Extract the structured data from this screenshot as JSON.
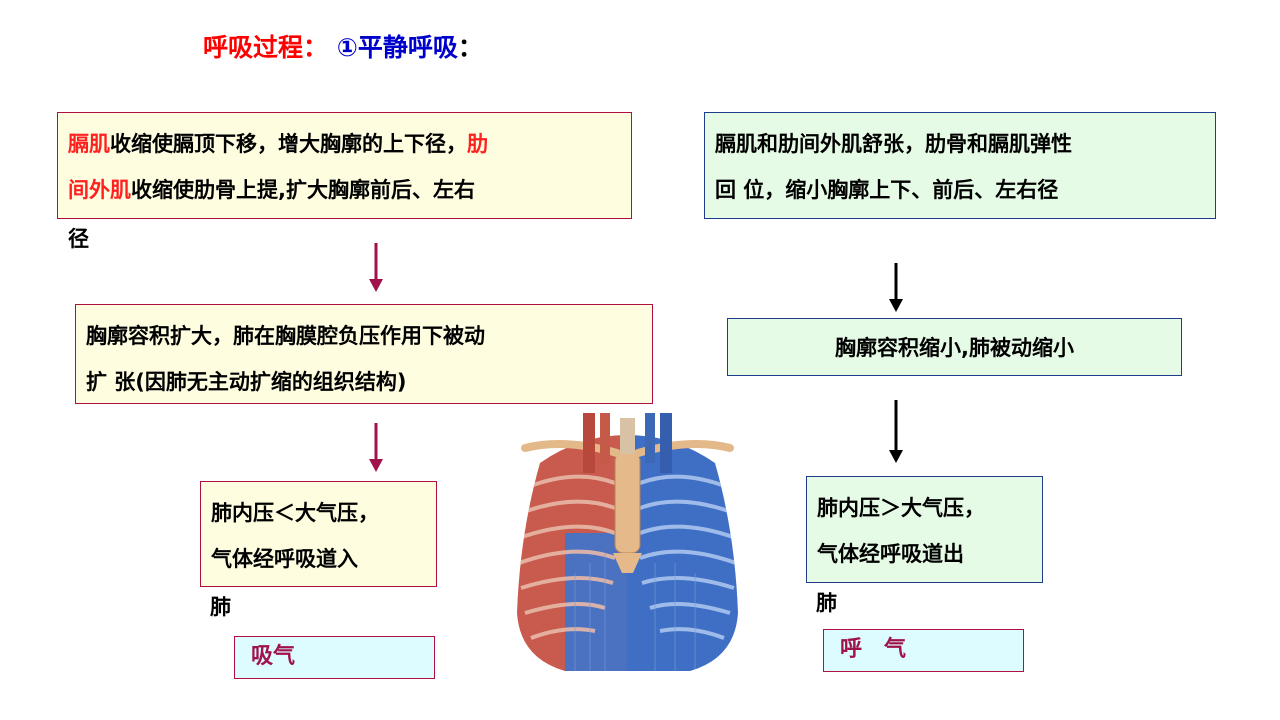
{
  "title": {
    "part1": "呼吸过程：",
    "part2": "①平静呼吸",
    "part3": "："
  },
  "left": {
    "box1": {
      "hl1": "膈肌",
      "t1": "收缩使膈顶下移，增大胸廓的上下径，",
      "hl2": "肋",
      "hl3": "间外肌",
      "t2": "收缩使肋骨上提,扩大胸廓前后、左右",
      "overflow": "径"
    },
    "box2": {
      "line1": "胸廓容积扩大，肺在胸膜腔负压作用下被动",
      "line2": "扩 张(因肺无主动扩缩的组织结构)"
    },
    "box3": {
      "line1": "肺内压＜大气压，",
      "line2": "气体经呼吸道入",
      "overflow": "肺"
    },
    "result": "吸气"
  },
  "right": {
    "box1": {
      "line1": "膈肌和肋间外肌舒张，肋骨和膈肌弹性",
      "line2": "回 位，缩小胸廓上下、前后、左右径"
    },
    "box2": {
      "line1": "胸廓容积缩小,肺被动缩小"
    },
    "box3": {
      "line1": "肺内压＞大气压，",
      "line2": "气体经呼吸道出",
      "overflow": "肺"
    },
    "result": "呼　气"
  },
  "colors": {
    "highlight": "#ff2020",
    "title_red": "#ff0000",
    "title_blue": "#0000cc",
    "left_arrow": "#a0124a",
    "right_arrow": "#000000"
  },
  "image": {
    "name": "thorax-ribcage-illustration"
  }
}
